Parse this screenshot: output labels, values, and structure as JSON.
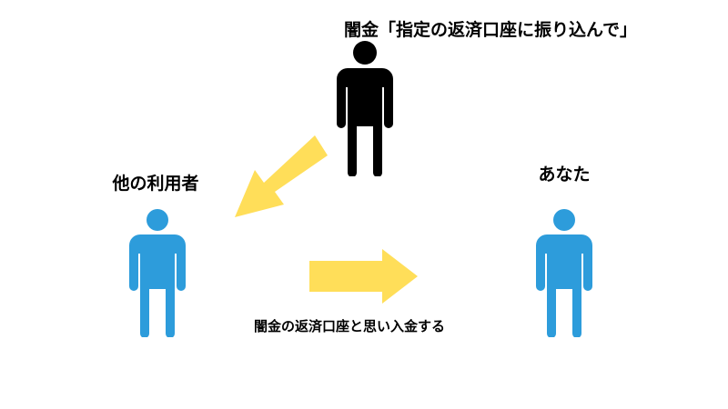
{
  "lender": {
    "label": "闇金「指定の返済口座に振り込んで」",
    "figure_color": "#000000",
    "icon": "person-icon"
  },
  "other_user": {
    "label": "他の利用者",
    "figure_color": "#2d9cdb",
    "icon": "person-icon"
  },
  "you": {
    "label": "あなた",
    "figure_color": "#2d9cdb",
    "icon": "person-icon"
  },
  "transfer": {
    "caption": "闇金の返済口座と思い入金する",
    "arrow_color": "#ffde59"
  },
  "instruction_arrow": {
    "arrow_color": "#ffde59"
  }
}
